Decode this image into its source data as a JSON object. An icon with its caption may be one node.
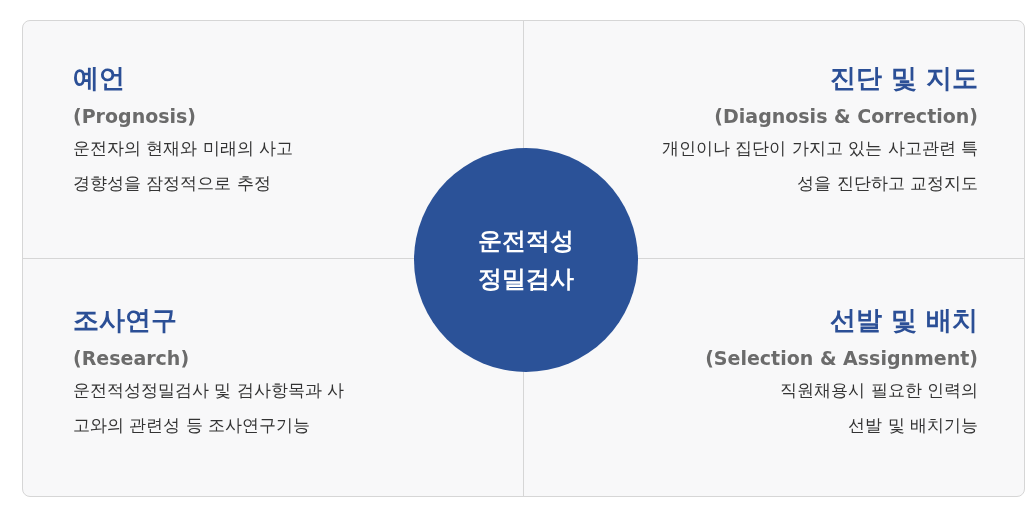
{
  "diagram": {
    "nodes": [
      {
        "text": [
          "예언",
          "(Prognosis)",
          "운전자의 현재와 미래의 사고 경향성을 잠정적으로 추정"
        ]
      },
      {
        "text": [
          "진단 및 지도",
          "(Diagnosis & Correction)",
          "개인이나 집단이 가지고 있는 사고관련 특성을 진단하고 교정지도"
        ]
      },
      {
        "text": [
          "조사연구",
          "(Research)",
          "운전적성정밀검사 및 검사항목과 사고와의 관련성 등 조사연구기능"
        ]
      },
      {
        "text": [
          "선발 및 배치",
          "(Selection & Assignment)",
          "직원채용시 필요한 인력의 선발 및 배치기능"
        ]
      },
      {
        "text": [
          "운전적성 정밀검사"
        ]
      }
    ]
  }
}
